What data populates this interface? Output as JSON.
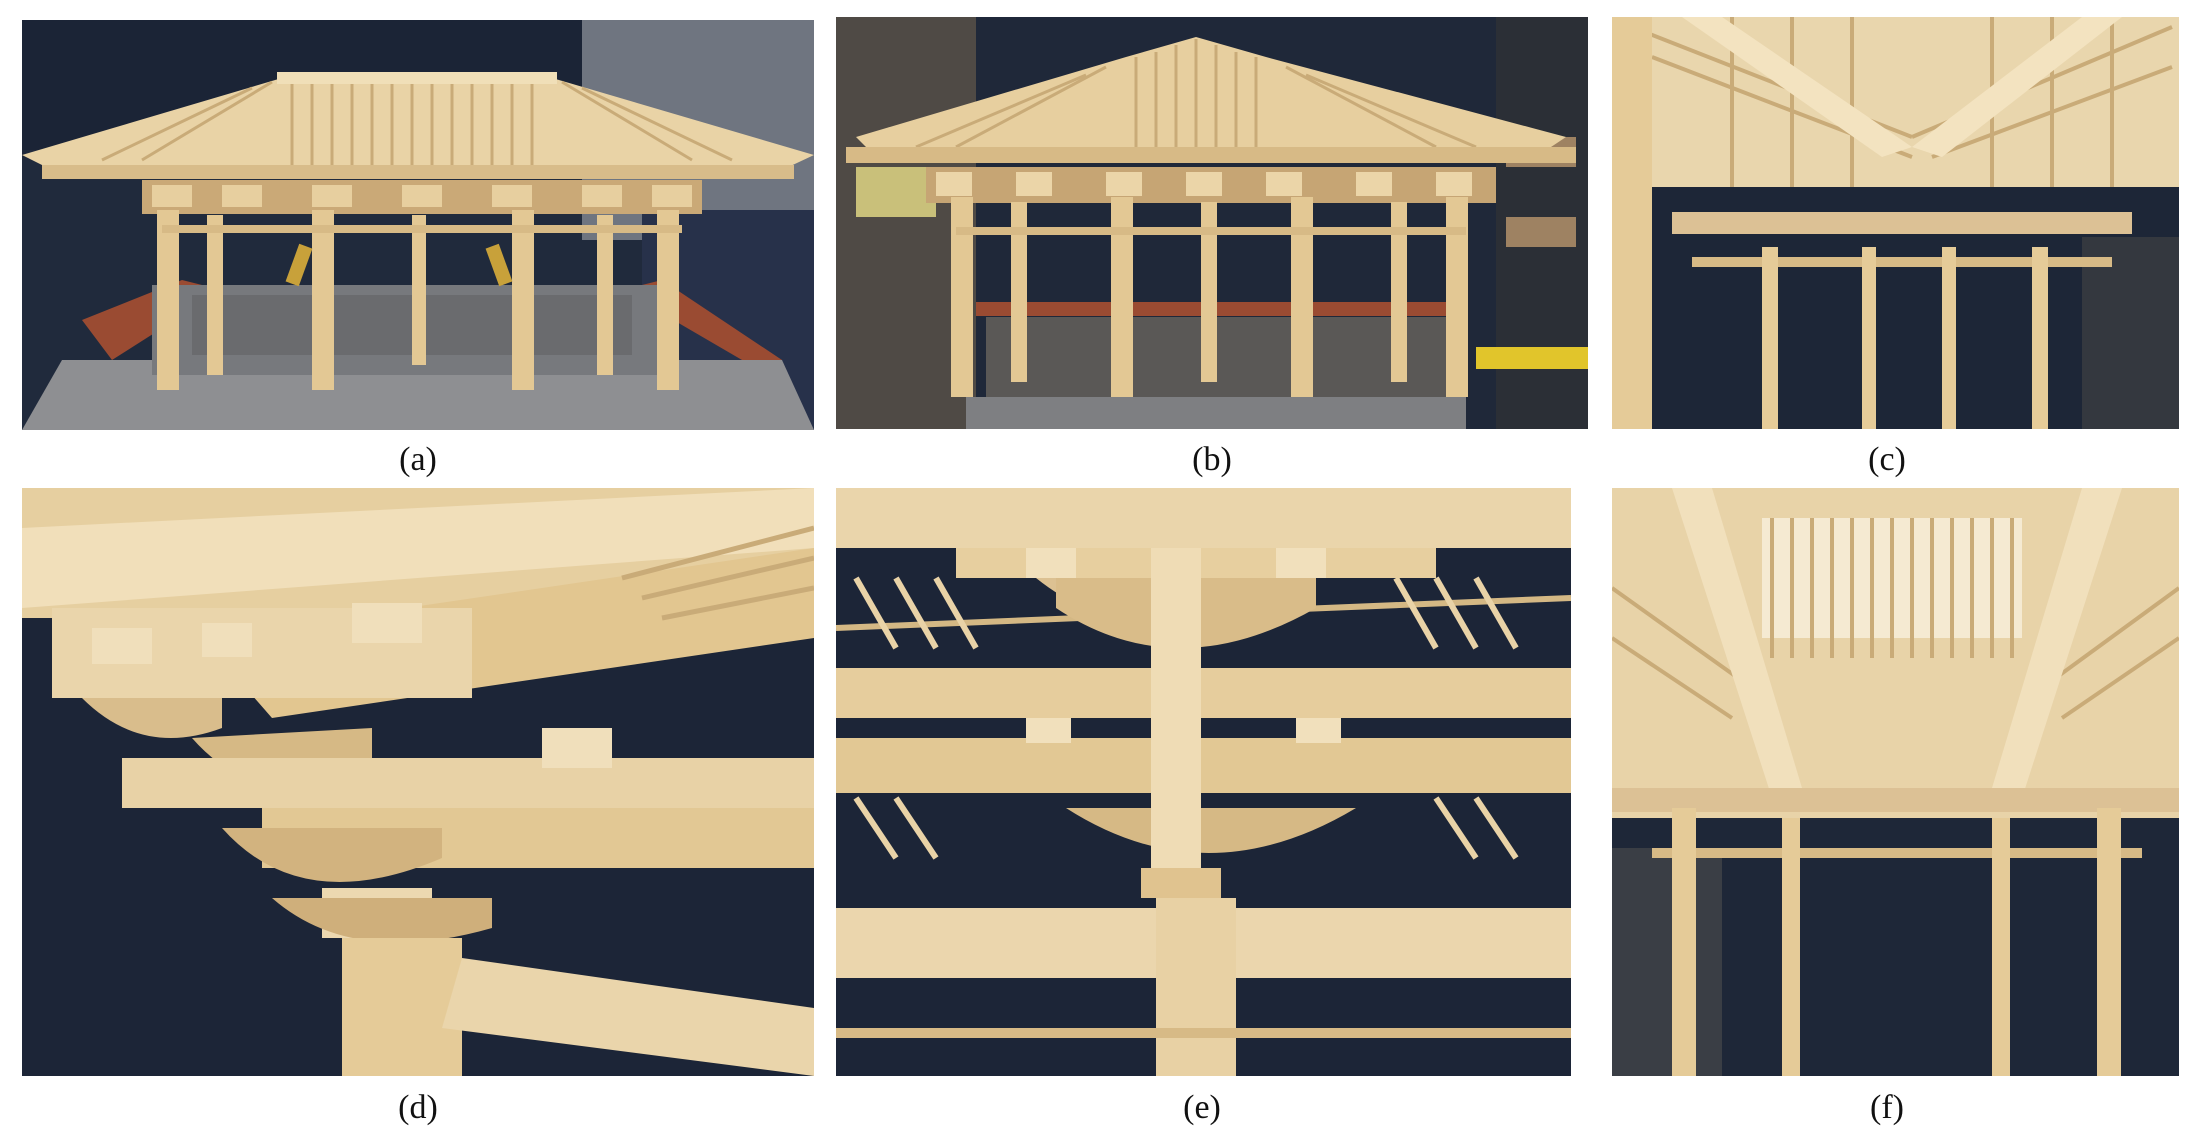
{
  "figure": {
    "panels": [
      {
        "caption": "(a)",
        "subject": "pavilion-model-front-view"
      },
      {
        "caption": "(b)",
        "subject": "pavilion-model-side-view"
      },
      {
        "caption": "(c)",
        "subject": "roof-frame-from-below"
      },
      {
        "caption": "(d)",
        "subject": "corner-bracket-closeup"
      },
      {
        "caption": "(e)",
        "subject": "bracket-set-closeup"
      },
      {
        "caption": "(f)",
        "subject": "ceiling-rafters-from-below"
      }
    ]
  },
  "palette": {
    "wood": "#e6cfa0",
    "wood_shade": "#c9ab78",
    "wood_light": "#f2e2bf",
    "curtain": "#1a2233",
    "floor": "#8e8f92",
    "steel": "#9a4b32"
  }
}
